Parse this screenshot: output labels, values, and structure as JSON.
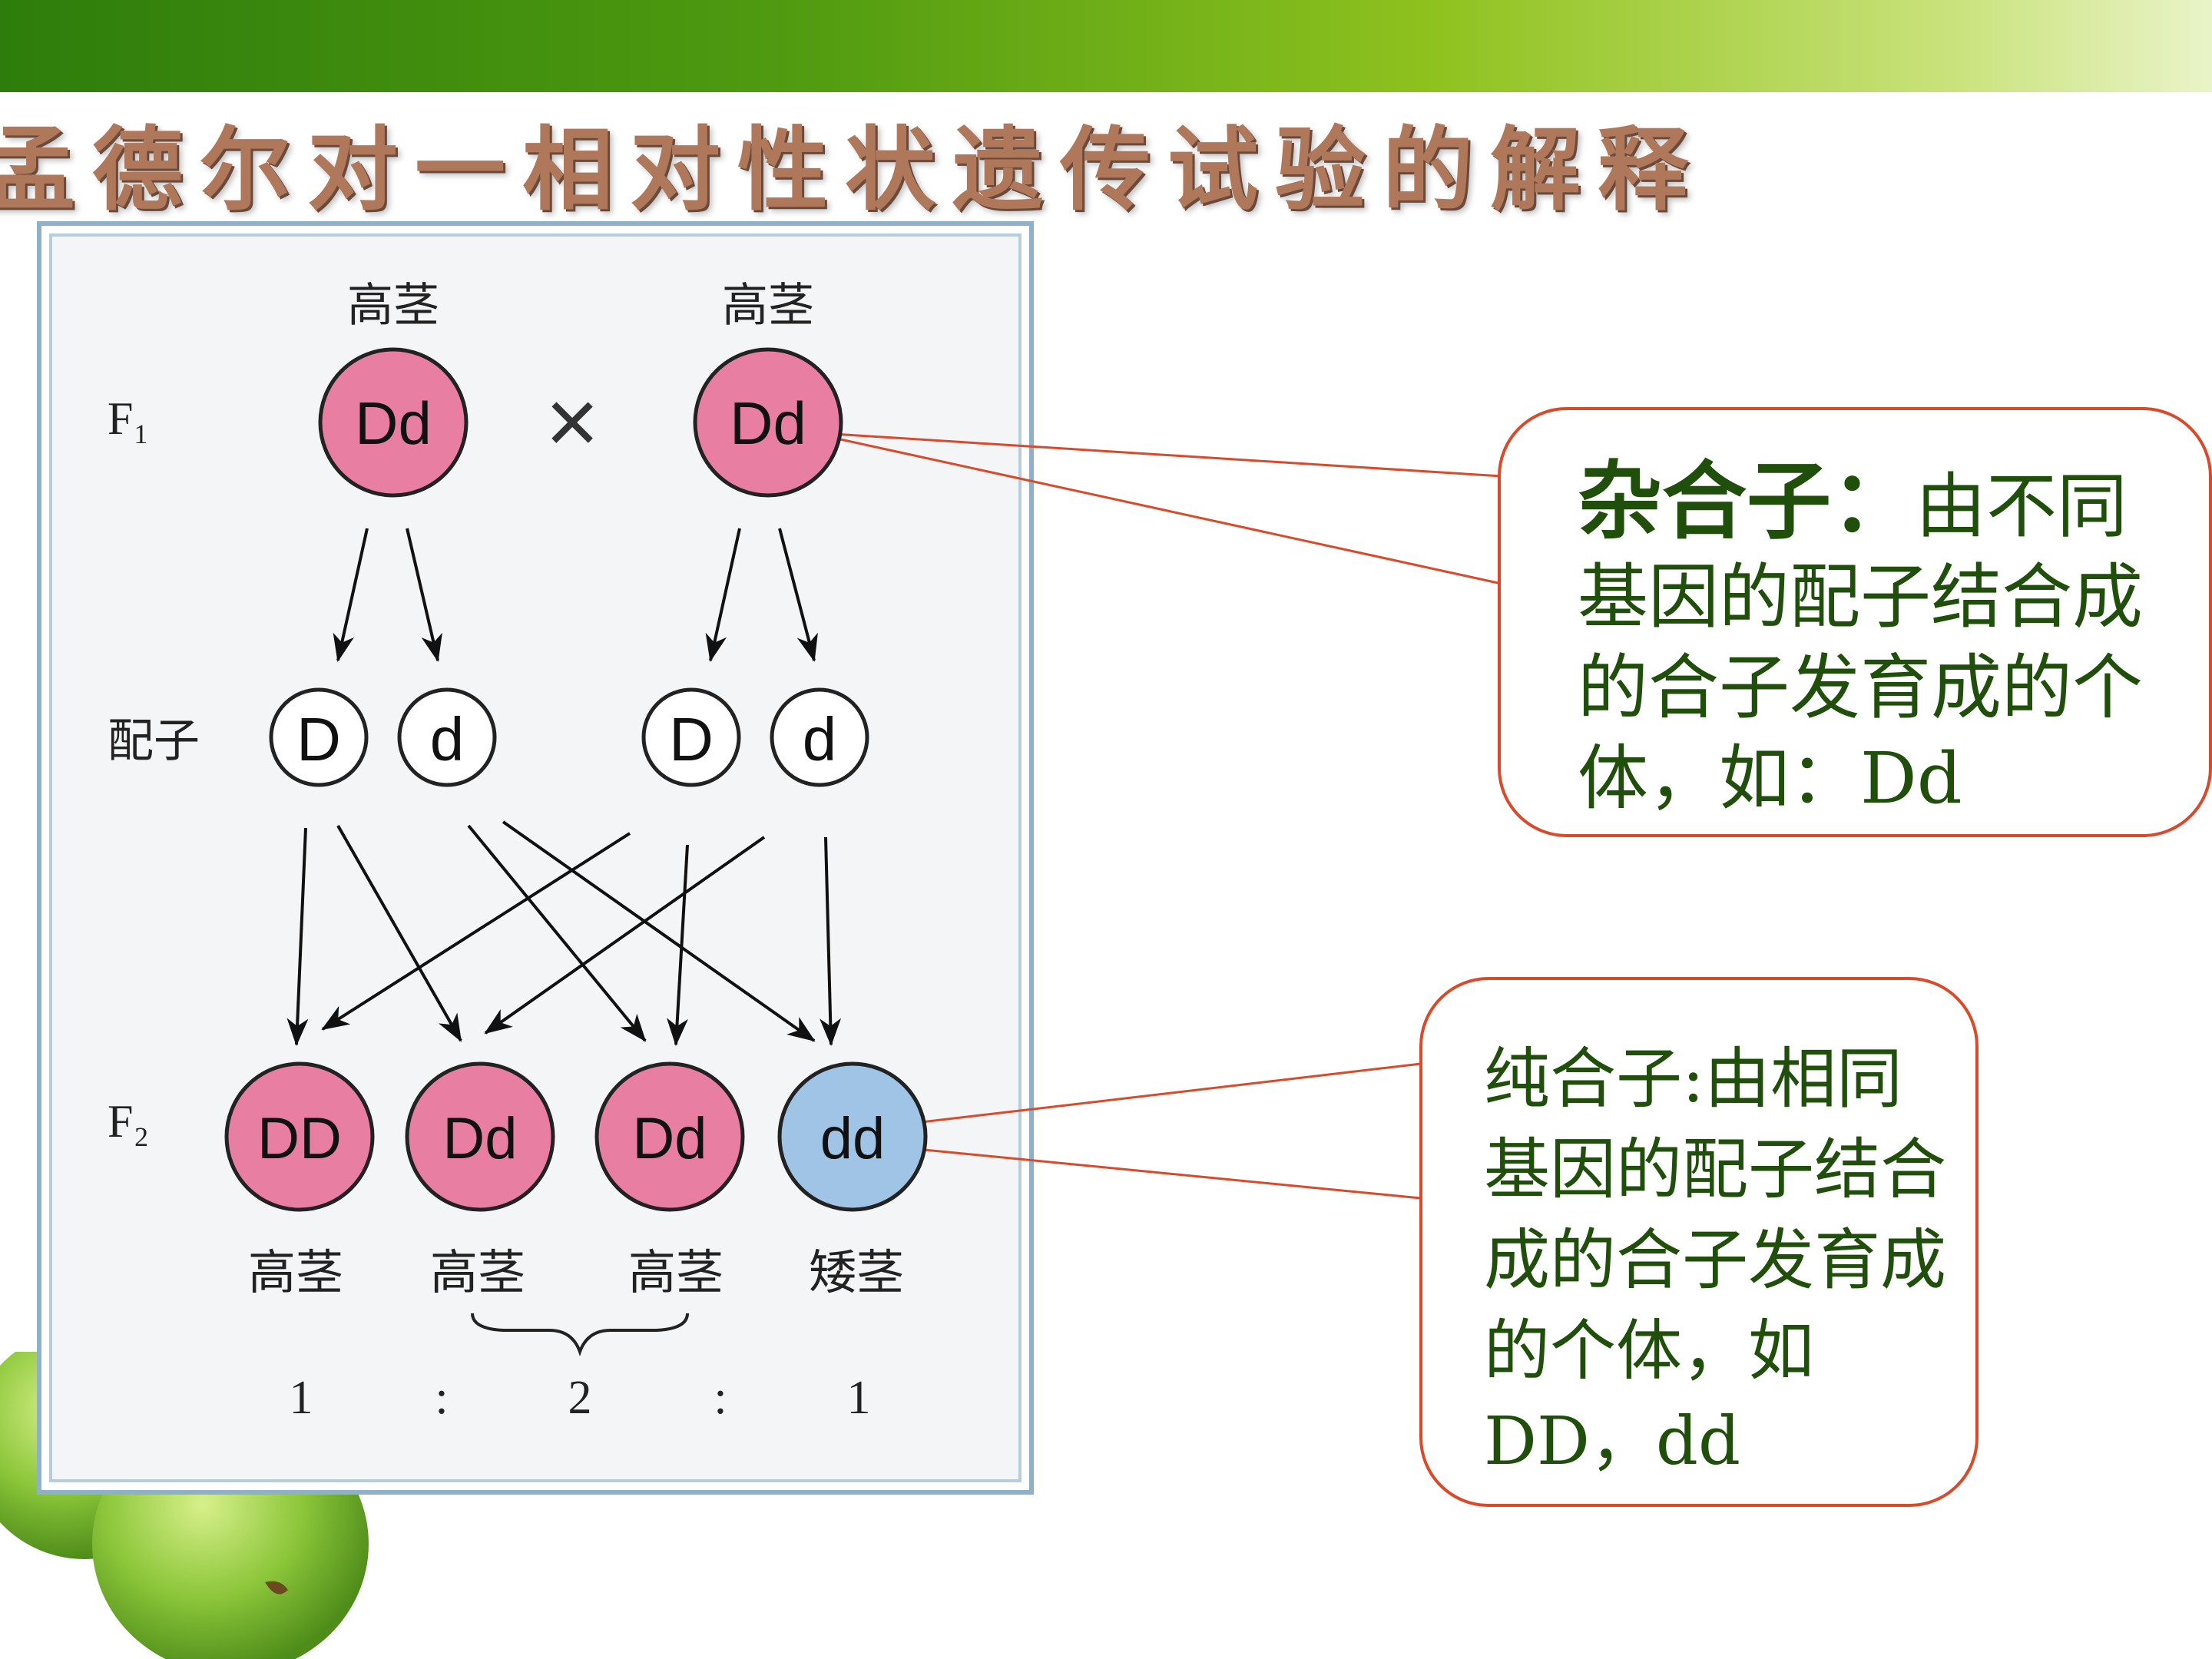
{
  "slide": {
    "title": "孟德尔对一相对性状遗传试验的解释"
  },
  "diagram": {
    "f1_label": "F₁",
    "f1_left_trait": "高茎",
    "f1_right_trait": "高茎",
    "f1_left_genotype": "Dd",
    "f1_right_genotype": "Dd",
    "cross_symbol": "×",
    "gamete_label": "配子",
    "gametes": [
      "D",
      "d",
      "D",
      "d"
    ],
    "f2_label": "F₂",
    "f2_genotypes": [
      "DD",
      "Dd",
      "Dd",
      "dd"
    ],
    "f2_traits": [
      "高茎",
      "高茎",
      "高茎",
      "矮茎"
    ],
    "ratio": [
      "1",
      ":",
      "2",
      ":",
      "1"
    ]
  },
  "callouts": {
    "heterozygote": {
      "term": "杂合子：",
      "text": "由不同基因的配子结合成的合子发育成的个体，如：Dd"
    },
    "homozygote": {
      "text": "纯合子:由相同基因的配子结合成的合子发育成的个体，如DD，dd"
    }
  },
  "colors": {
    "dominant_fill": "#e87fa2",
    "recessive_fill": "#9fc4e6",
    "callout_border": "#d84a2a",
    "callout_text": "#1f4f0a",
    "title_color": "#b0785a"
  }
}
